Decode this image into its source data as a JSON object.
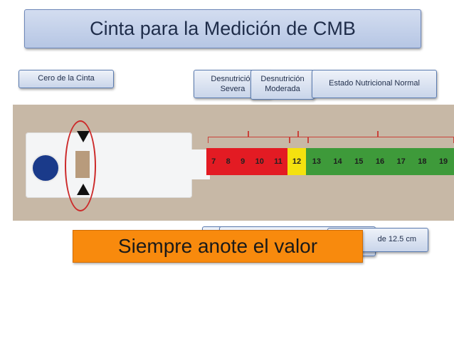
{
  "title": "Cinta para la Medición de CMB",
  "labels": {
    "zero": "Cero de la Cinta",
    "severe_line1": "Desnutrición",
    "severe_line2": "Severa",
    "moderate_line1": "Desnutrición",
    "moderate_line2": "Moderada",
    "normal": "Estado Nutricional Normal",
    "bottom_right": "de 12.5 cm"
  },
  "tape": {
    "red_numbers": [
      "7",
      "8",
      "9",
      "10",
      "11"
    ],
    "yellow_numbers": [
      "12"
    ],
    "green_numbers": [
      "13",
      "14",
      "15",
      "16",
      "17",
      "18",
      "19"
    ],
    "colors": {
      "red": "#e31b23",
      "yellow": "#f4e10f",
      "green": "#3e9a3a"
    }
  },
  "callout": "Siempre anote el valor"
}
